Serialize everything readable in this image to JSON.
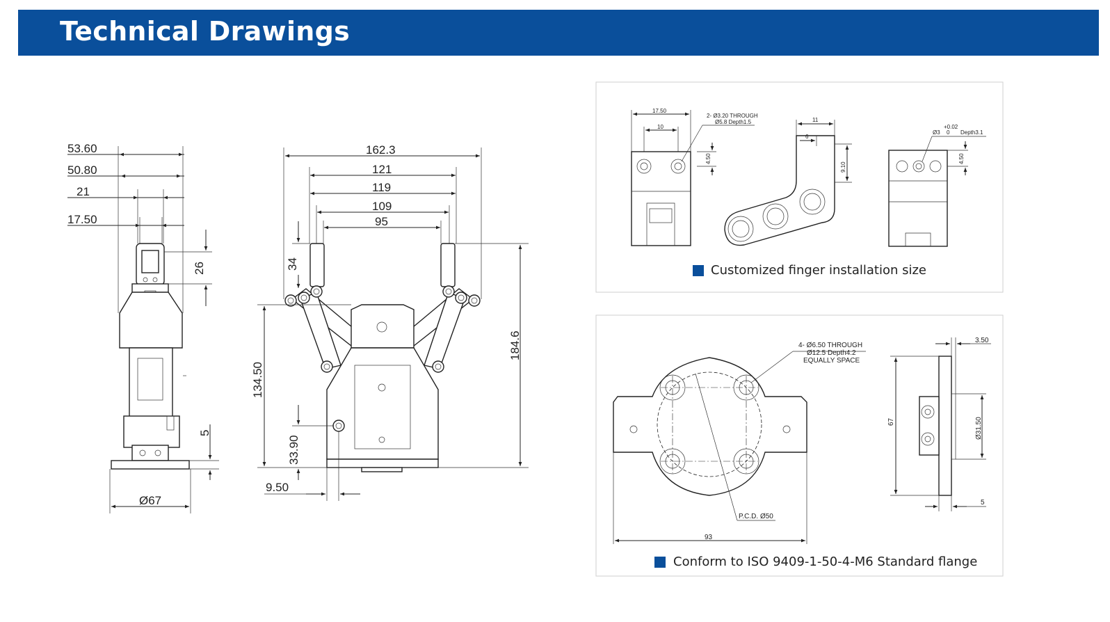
{
  "header": {
    "title": "Technical Drawings",
    "color": "#0a4f9b"
  },
  "side_view": {
    "dims": [
      "53.60",
      "50.80",
      "21",
      "17.50",
      "26",
      "5",
      "Ø67"
    ]
  },
  "front_view": {
    "dims": [
      "162.3",
      "121",
      "119",
      "109",
      "95",
      "34",
      "134.50",
      "184.6",
      "33.90",
      "9.50"
    ]
  },
  "finger_panel": {
    "caption": "Customized finger installation size",
    "labels": {
      "d1750": "17.50",
      "d10": "10",
      "hole_note_1": "2- Ø3.20 THROUGH",
      "hole_note_2": "Ø5.8 Depth1.5",
      "d450a": "4.50",
      "d11": "11",
      "d6": "6",
      "d910": "9.10",
      "tol_upper": "+0.02",
      "tol_lower": "0",
      "pin_dia": "Ø3",
      "pin_depth": "Depth3.1",
      "d450b": "4.50"
    }
  },
  "flange_panel": {
    "caption": "Conform to ISO 9409-1-50-4-M6 Standard flange",
    "labels": {
      "hole_note_1": "4- Ø6.50 THROUGH",
      "hole_note_2": "Ø12.5 Depth4.2",
      "hole_note_3": "EQUALLY SPACE",
      "pcd": "P.C.D. Ø50",
      "width": "93",
      "d350": "3.50",
      "d67": "67",
      "d3150": "Ø31.50",
      "d5": "5"
    }
  },
  "legend_square_color": "#0a4f9b"
}
